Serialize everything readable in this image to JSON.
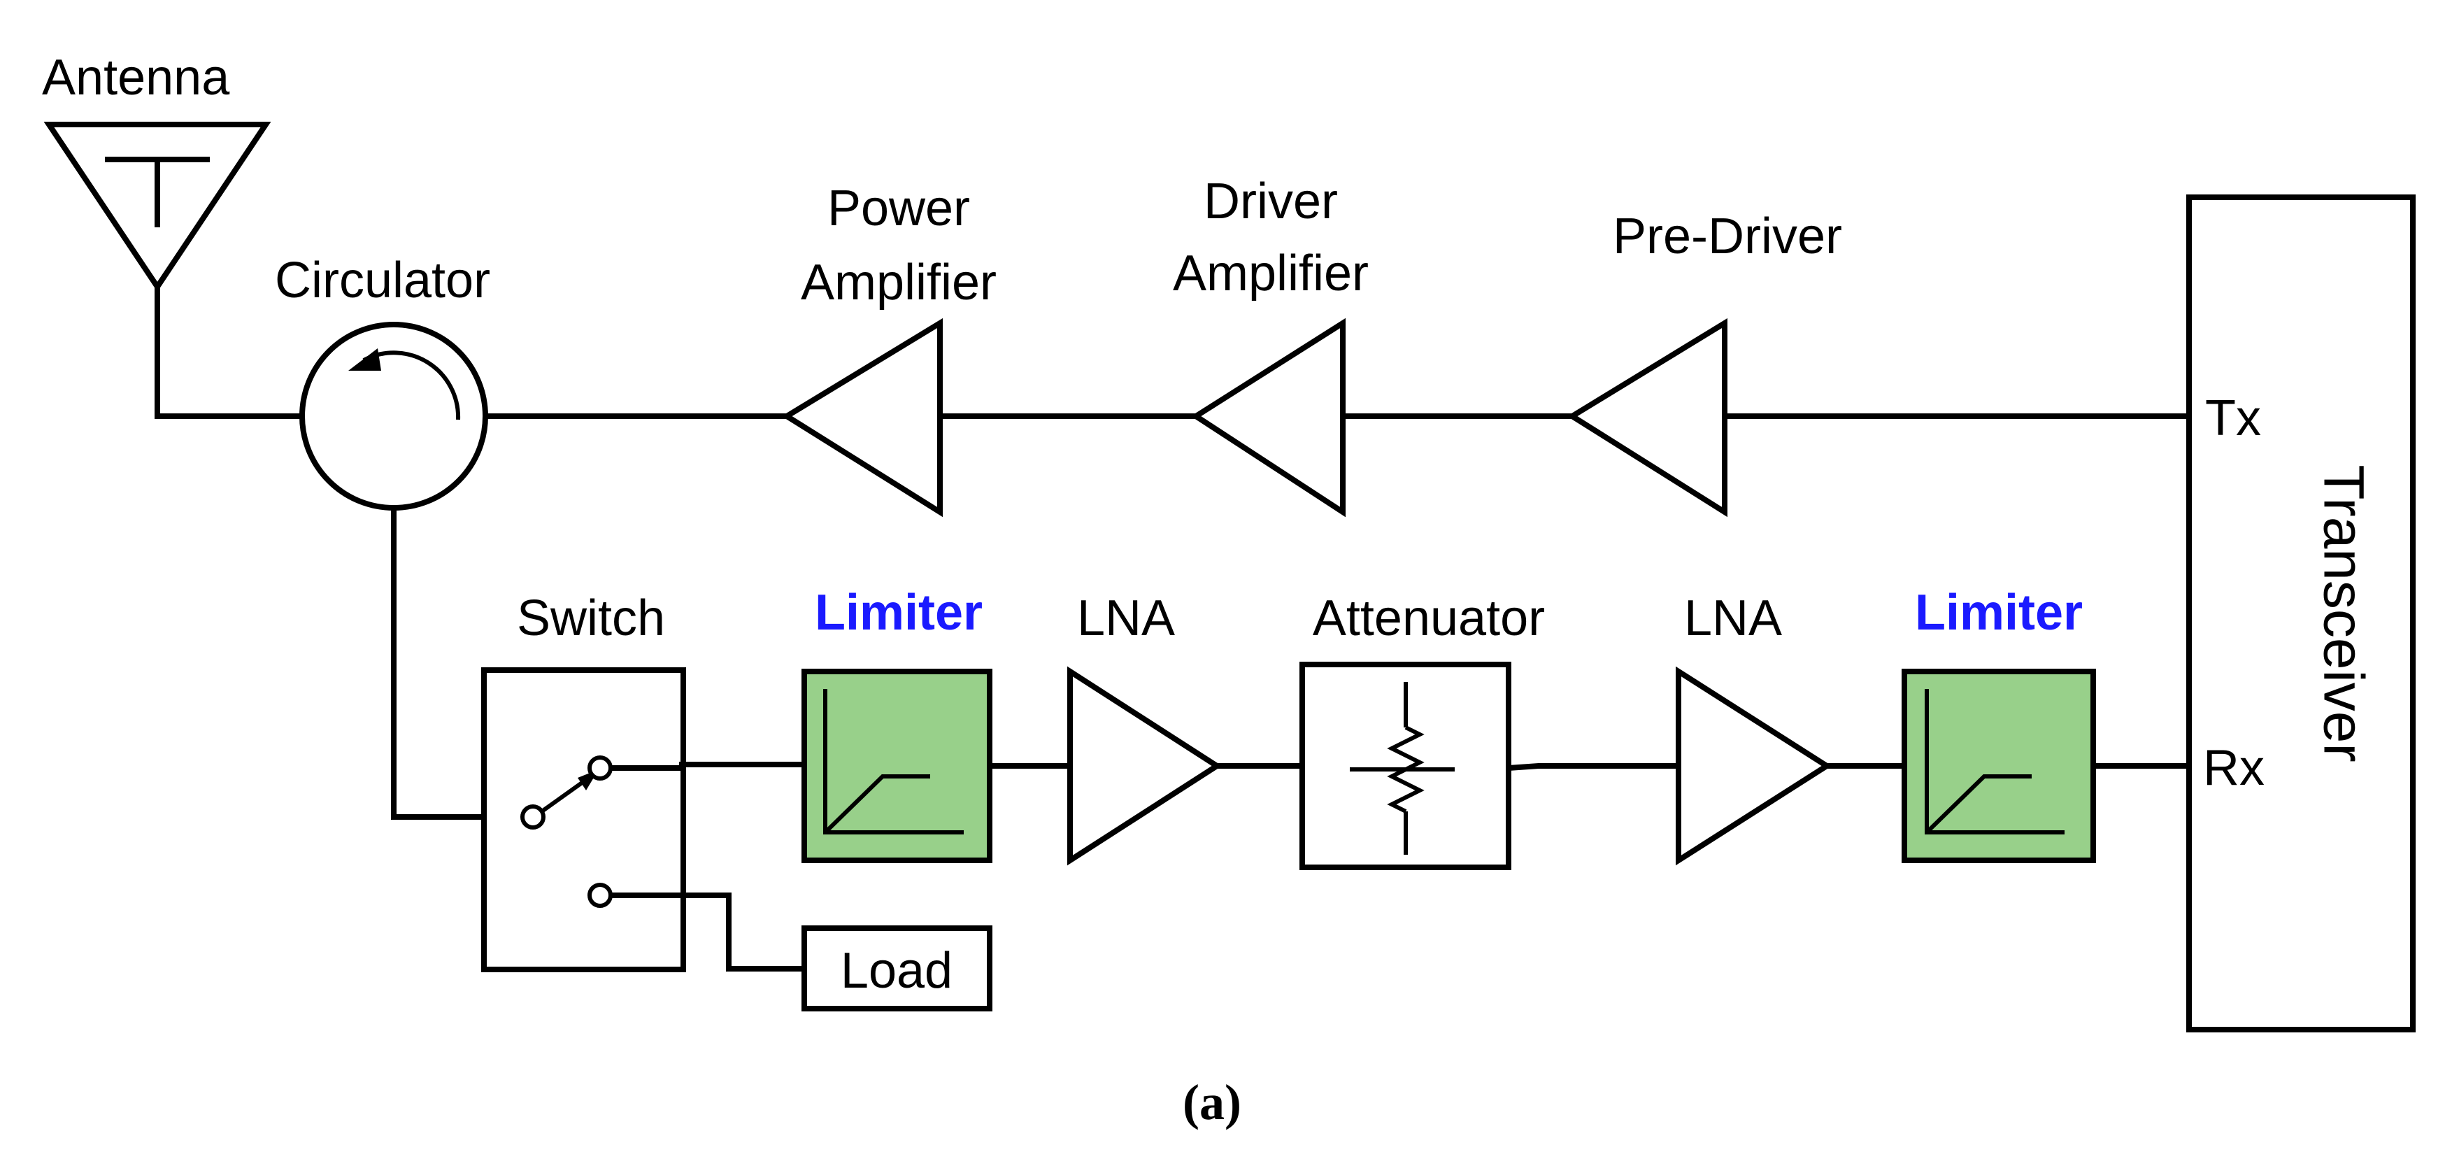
{
  "labels": {
    "antenna": "Antenna",
    "circulator": "Circulator",
    "power_amplifier_line1": "Power",
    "power_amplifier_line2": "Amplifier",
    "driver_amplifier_line1": "Driver",
    "driver_amplifier_line2": "Amplifier",
    "pre_driver": "Pre-Driver",
    "transceiver": "Transceiver",
    "tx": "Tx",
    "rx": "Rx",
    "switch": "Switch",
    "limiter_1": "Limiter",
    "lna_1": "LNA",
    "attenuator": "Attenuator",
    "lna_2": "LNA",
    "limiter_2": "Limiter",
    "load": "Load",
    "caption": "(a)"
  },
  "colors": {
    "limiter_fill": "#98d08a",
    "limiter_text": "#1a1aff",
    "line": "#000000"
  }
}
